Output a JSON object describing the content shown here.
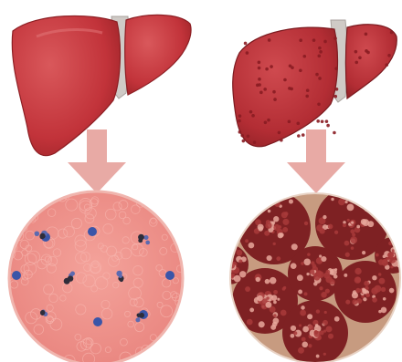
{
  "colors": {
    "background": "#ffffff",
    "healthy_liver": "#c8363c",
    "cirrhotic_liver": "#b6303a",
    "gallbladder": "#c9c4c0",
    "arrow": "#e7a9a4",
    "healthy_tissue": "#ee8f88",
    "cirrhotic_nodule": "#7a1f21",
    "fibrous_septa": "#c59a80",
    "nucleus": "#3b55a8"
  },
  "panels": [
    {
      "id": "healthy",
      "state": "healthy-liver"
    },
    {
      "id": "cirrhotic",
      "state": "cirrhotic-liver"
    }
  ]
}
